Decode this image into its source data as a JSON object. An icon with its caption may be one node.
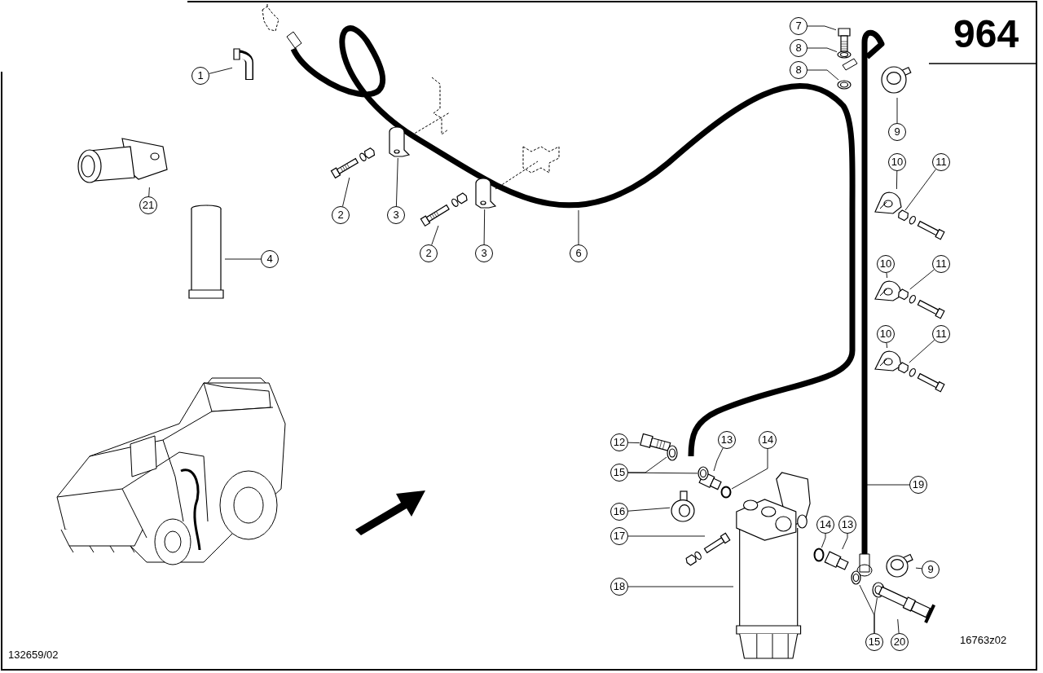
{
  "diagram": {
    "nodes": [
      {
        "text": [
          "7"
        ]
      },
      {
        "text": [],
        "shape": "picture"
      },
      {
        "text": [
          "8"
        ]
      },
      {
        "text": [],
        "shape": "picture"
      },
      {
        "text": [
          "1"
        ]
      },
      {
        "text": [],
        "shape": "picture"
      },
      {
        "text": [
          "8"
        ]
      },
      {
        "text": [],
        "shape": "picture"
      },
      {
        "text": [
          "9"
        ]
      },
      {
        "text": [],
        "shape": "picture"
      },
      {
        "text": [
          "10"
        ]
      },
      {
        "text": [],
        "shape": "picture"
      },
      {
        "text": [
          "11"
        ]
      },
      {
        "text": [],
        "shape": "picture"
      },
      {
        "text": [
          "21"
        ]
      },
      {
        "text": [],
        "shape": "picture"
      },
      {
        "text": [
          "2"
        ]
      },
      {
        "text": [],
        "shape": "picture"
      },
      {
        "text": [
          "3"
        ]
      },
      {
        "text": [],
        "shape": "picture"
      },
      {
        "text": [
          "2"
        ]
      },
      {
        "text": [],
        "shape": "picture"
      },
      {
        "text": [
          "3"
        ]
      },
      {
        "text": [],
        "shape": "picture"
      },
      {
        "text": [
          "6"
        ]
      },
      {
        "text": [
          "4"
        ]
      },
      {
        "text": [],
        "shape": "cylinder"
      },
      {
        "text": [
          "10"
        ]
      },
      {
        "text": [],
        "shape": "picture"
      },
      {
        "text": [
          "11"
        ]
      },
      {
        "text": [],
        "shape": "picture"
      },
      {
        "text": [
          "10"
        ]
      },
      {
        "text": [],
        "shape": "picture"
      },
      {
        "text": [
          "11"
        ]
      },
      {
        "text": [],
        "shape": "picture"
      },
      {
        "text": [
          "12"
        ]
      },
      {
        "text": [],
        "shape": "picture"
      },
      {
        "text": [
          "13"
        ]
      },
      {
        "text": [],
        "shape": "picture"
      },
      {
        "text": [
          "14"
        ]
      },
      {
        "text": [],
        "shape": "circle"
      },
      {
        "text": [
          "15"
        ]
      },
      {
        "text": [],
        "shape": "picture"
      },
      {
        "text": [],
        "shape": "picture"
      },
      {
        "text": [
          "19"
        ]
      },
      {
        "text": [
          "16"
        ]
      },
      {
        "text": [],
        "shape": "picture"
      },
      {
        "text": [
          "14"
        ]
      },
      {
        "text": [],
        "shape": "circle"
      },
      {
        "text": [
          "13"
        ]
      },
      {
        "text": [],
        "shape": "picture"
      },
      {
        "text": [
          "17"
        ]
      },
      {
        "text": [],
        "shape": "picture"
      },
      {
        "text": [
          "9"
        ]
      },
      {
        "text": [],
        "shape": "picture"
      },
      {
        "text": [
          "18"
        ]
      },
      {
        "text": [],
        "shape": "picture"
      },
      {
        "text": [
          "15"
        ]
      },
      {
        "text": [],
        "shape": "picture"
      },
      {
        "text": [],
        "shape": "picture"
      },
      {
        "text": [
          "20"
        ]
      },
      {
        "text": [],
        "shape": "picture"
      }
    ],
    "edges": [
      {
        "from": 0,
        "to": 1,
        "arrow": "none"
      },
      {
        "from": 2,
        "to": 3,
        "arrow": "none"
      },
      {
        "from": 4,
        "to": 5,
        "arrow": "none"
      },
      {
        "from": 6,
        "to": 7,
        "arrow": "none"
      },
      {
        "from": 8,
        "to": 9,
        "arrow": "none"
      },
      {
        "from": 10,
        "to": 11,
        "arrow": "none"
      },
      {
        "from": 12,
        "to": 13,
        "arrow": "none"
      },
      {
        "from": 14,
        "to": 15,
        "arrow": "none"
      },
      {
        "from": 16,
        "to": 17,
        "arrow": "none"
      },
      {
        "from": 18,
        "to": 19,
        "arrow": "none"
      },
      {
        "from": 20,
        "to": 21,
        "arrow": "none"
      },
      {
        "from": 22,
        "to": 23,
        "arrow": "none"
      },
      {
        "from": 24,
        "to": null,
        "arrow": "none"
      },
      {
        "from": 25,
        "to": 26,
        "arrow": "none"
      },
      {
        "from": 27,
        "to": 28,
        "arrow": "none"
      },
      {
        "from": 29,
        "to": 30,
        "arrow": "none"
      },
      {
        "from": 31,
        "to": 32,
        "arrow": "none"
      },
      {
        "from": 33,
        "to": 34,
        "arrow": "none"
      },
      {
        "from": 35,
        "to": 36,
        "arrow": "none"
      },
      {
        "from": 37,
        "to": 38,
        "arrow": "none"
      },
      {
        "from": 39,
        "to": 40,
        "arrow": "none"
      },
      {
        "from": 41,
        "to": 42,
        "arrow": "none"
      },
      {
        "from": 41,
        "to": 43,
        "arrow": "none"
      },
      {
        "from": 44,
        "to": null,
        "arrow": "none"
      },
      {
        "from": 45,
        "to": 46,
        "arrow": "none"
      },
      {
        "from": 47,
        "to": 48,
        "arrow": "none"
      },
      {
        "from": 49,
        "to": 50,
        "arrow": "none"
      },
      {
        "from": 51,
        "to": 52,
        "arrow": "none"
      },
      {
        "from": 53,
        "to": 54,
        "arrow": "none"
      },
      {
        "from": 55,
        "to": 56,
        "arrow": "none"
      },
      {
        "from": 57,
        "to": 58,
        "arrow": "none"
      },
      {
        "from": 57,
        "to": 59,
        "arrow": "none"
      },
      {
        "from": 60,
        "to": 61,
        "arrow": "none"
      }
    ],
    "labels": [
      "964",
      "16763z02",
      "132659/02"
    ]
  }
}
